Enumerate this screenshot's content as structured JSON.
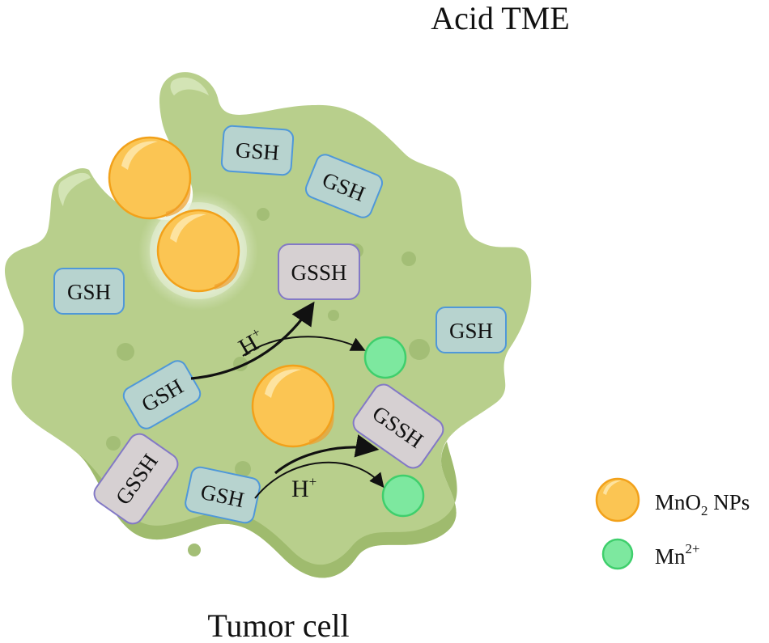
{
  "diagram": {
    "title": "Acid TME",
    "cell_label": "Tumor cell",
    "colors": {
      "cell_fill": "#b8cf8c",
      "cell_dark": "#9fbb6e",
      "gsh_fill": "#b7d3cf",
      "gsh_stroke": "#4f98d9",
      "gssh_fill": "#d6d0d2",
      "gssh_stroke": "#8379c6",
      "np_fill": "#fbc553",
      "np_stroke": "#f2a11a",
      "mn_fill": "#7de89f",
      "mn_stroke": "#3fcf6c"
    },
    "gsh_boxes": [
      {
        "text": "GSH"
      },
      {
        "text": "GSH"
      },
      {
        "text": "GSH"
      },
      {
        "text": "GSH"
      },
      {
        "text": "GSH"
      },
      {
        "text": "GSH"
      }
    ],
    "gssh_boxes": [
      {
        "text": "GSSH"
      },
      {
        "text": "GSSH"
      },
      {
        "text": "GSSH"
      }
    ],
    "reactions": [
      {
        "label": "H",
        "sup": "+"
      },
      {
        "label": "H",
        "sup": "+"
      }
    ],
    "legend": [
      {
        "name": "MnO",
        "sub": "2",
        "suffix": " NPs",
        "icon": "mno2-nanoparticle-icon"
      },
      {
        "name": "Mn",
        "sup": "2+",
        "icon": "manganese-ion-icon"
      }
    ]
  }
}
